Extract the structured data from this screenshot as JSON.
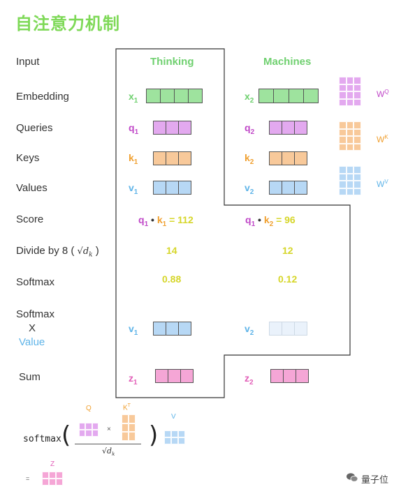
{
  "title": "自注意力机制",
  "rows": {
    "input": "Input",
    "embedding": "Embedding",
    "queries": "Queries",
    "keys": "Keys",
    "values": "Values",
    "score": "Score",
    "divide": "Divide by 8 (",
    "divide_sqrt": "√d",
    "divide_k": "k",
    "divide_close": ")",
    "softmax": "Softmax",
    "softmax2": "Softmax",
    "times": "X",
    "value": "Value",
    "sum": "Sum"
  },
  "columns": {
    "thinking": "Thinking",
    "machines": "Machines"
  },
  "symbols": {
    "x": "x",
    "q": "q",
    "k": "k",
    "v": "v",
    "z": "z",
    "one": "1",
    "two": "2",
    "dot": "•",
    "eq": "="
  },
  "results": {
    "score1": "112",
    "score2": "96",
    "div1": "14",
    "div2": "12",
    "soft1": "0.88",
    "soft2": "0.12"
  },
  "weights": {
    "wq": "W",
    "wq_sup": "Q",
    "wk": "W",
    "wk_sup": "K",
    "wv": "W",
    "wv_sup": "V"
  },
  "formula": {
    "softmax": "softmax",
    "open": "(",
    "close": ")",
    "q": "Q",
    "kt": "K",
    "kt_sup": "T",
    "times": "×",
    "sqrt": "√d",
    "sqrt_sub": "k",
    "v": "V",
    "z": "Z",
    "eq": "="
  },
  "watermark": "量子位",
  "colors": {
    "green": "#9ee39e",
    "purple": "#e3a9ef",
    "orange": "#f8c99a",
    "blue": "#b7d8f5",
    "pink": "#f5a6d6",
    "paleblue": "#eaf2fb"
  }
}
